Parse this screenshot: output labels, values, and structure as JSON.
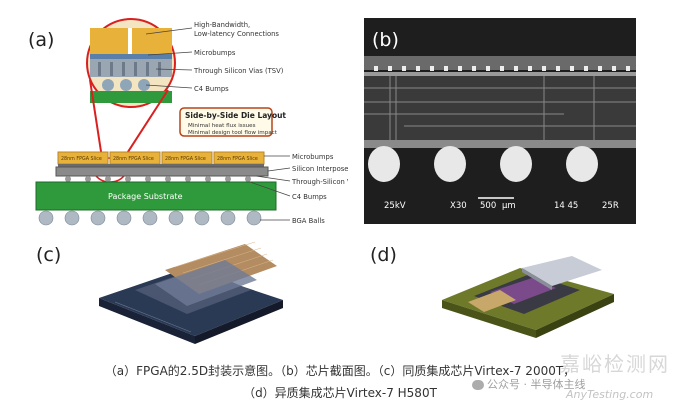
{
  "labels": {
    "a": "(a)",
    "b": "(b)",
    "c": "(c)",
    "d": "(d)"
  },
  "diagram_a": {
    "callouts": {
      "hbll": "High-Bandwidth,",
      "hbll2": "Low-latency Connections",
      "microbumps_top": "Microbumps",
      "tsv_top": "Through Silicon Vias (TSV)",
      "c4_top": "C4 Bumps",
      "microbumps": "Microbumps",
      "interposer": "Silicon Interposer",
      "tsv": "Through-Silicon Vias",
      "c4": "C4 Bumps",
      "bga": "BGA Balls"
    },
    "box_title": "Side-by-Side Die Layout",
    "box_items": [
      "Minimal heat flux issues",
      "Minimal design tool flow impact"
    ],
    "slices": [
      "28nm FPGA Slice",
      "28nm FPGA Slice",
      "28nm FPGA Slice",
      "28nm FPGA Slice"
    ],
    "substrate": "Package Substrate"
  },
  "sem_b": {
    "kv": "25kV",
    "mag": "X30",
    "scale": "500",
    "scale_unit": "μm",
    "id1": "14 45",
    "id2": "25R"
  },
  "caption": {
    "line1": "（a）FPGA的2.5D封装示意图。（b）芯片截面图。（c）同质集成芯片Virtex-7 2000T，",
    "line2": "（d）异质集成芯片Virtex-7 H580T"
  },
  "watermark": {
    "brand": "嘉峪检测网",
    "url": "AnyTesting.com",
    "wechat": "公众号 · 半导体主线"
  },
  "colors": {
    "slice": "#e8b23a",
    "substrate": "#2f9a3b",
    "interposer": "#8a8a8a",
    "highlight": "#d9201f",
    "sem_bg": "#1e1e1e"
  }
}
